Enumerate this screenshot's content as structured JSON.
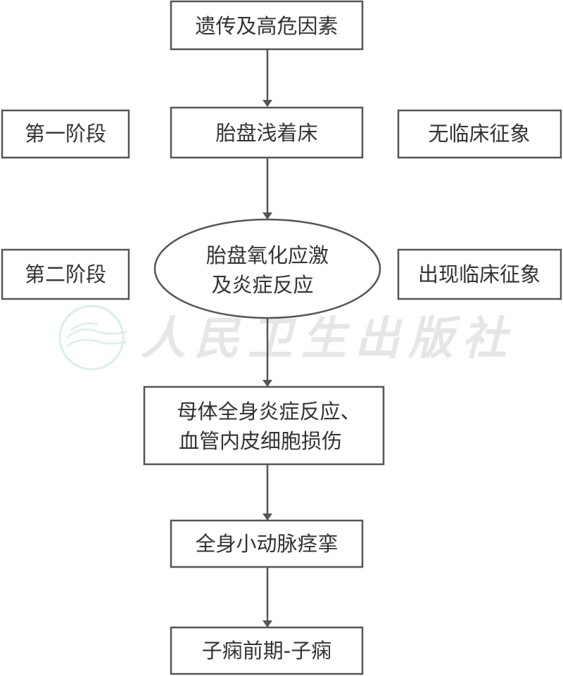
{
  "watermark": "人民卫生出版社",
  "nodes": {
    "risk": "遗传及高危因素",
    "shallow": "胎盘浅着床",
    "stress_line1": "胎盘氧化应激",
    "stress_line2": "及炎症反应",
    "maternal_line1": "母体全身炎症反应、",
    "maternal_line2": "血管内皮细胞损伤",
    "spasm": "全身小动脉痉挛",
    "outcome": "子痫前期-子痫"
  },
  "stages": {
    "stage1": "第一阶段",
    "stage1_sign": "无临床征象",
    "stage2": "第二阶段",
    "stage2_sign": "出现临床征象"
  },
  "colors": {
    "stroke": "#555555",
    "text": "#333333"
  }
}
